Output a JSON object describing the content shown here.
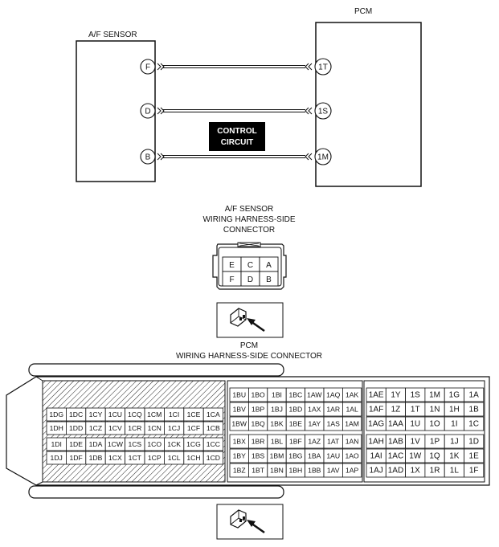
{
  "wiring": {
    "sensor_title": "A/F SENSOR",
    "pcm_title": "PCM",
    "control_circuit_line1": "CONTROL",
    "control_circuit_line2": "CIRCUIT",
    "connections": [
      {
        "sensor_pin": "F",
        "pcm_pin": "1T"
      },
      {
        "sensor_pin": "D",
        "pcm_pin": "1S"
      },
      {
        "sensor_pin": "B",
        "pcm_pin": "1M"
      }
    ]
  },
  "sensor_connector": {
    "title_lines": [
      "A/F SENSOR",
      "WIRING HARNESS-SIDE",
      "CONNECTOR"
    ],
    "rows": [
      [
        "E",
        "C",
        "A"
      ],
      [
        "F",
        "D",
        "B"
      ]
    ]
  },
  "pcm_connector": {
    "title_lines": [
      "PCM",
      "WIRING HARNESS-SIDE CONNECTOR"
    ],
    "left_block": [
      [
        "1DG",
        "1DC",
        "1CY",
        "1CU",
        "1CQ",
        "1CM",
        "1CI",
        "1CE",
        "1CA"
      ],
      [
        "1DH",
        "1DD",
        "1CZ",
        "1CV",
        "1CR",
        "1CN",
        "1CJ",
        "1CF",
        "1CB"
      ],
      [
        "1DI",
        "1DE",
        "1DA",
        "1CW",
        "1CS",
        "1CO",
        "1CK",
        "1CG",
        "1CC"
      ],
      [
        "1DJ",
        "1DF",
        "1DB",
        "1CX",
        "1CT",
        "1CP",
        "1CL",
        "1CH",
        "1CD"
      ]
    ],
    "middle_block": [
      [
        "1BU",
        "1BO",
        "1BI",
        "1BC",
        "1AW",
        "1AQ",
        "1AK"
      ],
      [
        "1BV",
        "1BP",
        "1BJ",
        "1BD",
        "1AX",
        "1AR",
        "1AL"
      ],
      [
        "1BW",
        "1BQ",
        "1BK",
        "1BE",
        "1AY",
        "1AS",
        "1AM"
      ],
      [
        "1BX",
        "1BR",
        "1BL",
        "1BF",
        "1AZ",
        "1AT",
        "1AN"
      ],
      [
        "1BY",
        "1BS",
        "1BM",
        "1BG",
        "1BA",
        "1AU",
        "1AO"
      ],
      [
        "1BZ",
        "1BT",
        "1BN",
        "1BH",
        "1BB",
        "1AV",
        "1AP"
      ]
    ],
    "right_block": [
      [
        "1AE",
        "1Y",
        "1S",
        "1M",
        "1G",
        "1A"
      ],
      [
        "1AF",
        "1Z",
        "1T",
        "1N",
        "1H",
        "1B"
      ],
      [
        "1AG",
        "1AA",
        "1U",
        "1O",
        "1I",
        "1C"
      ],
      [
        "1AH",
        "1AB",
        "1V",
        "1P",
        "1J",
        "1D"
      ],
      [
        "1AI",
        "1AC",
        "1W",
        "1Q",
        "1K",
        "1E"
      ],
      [
        "1AJ",
        "1AD",
        "1X",
        "1R",
        "1L",
        "1F"
      ]
    ]
  }
}
